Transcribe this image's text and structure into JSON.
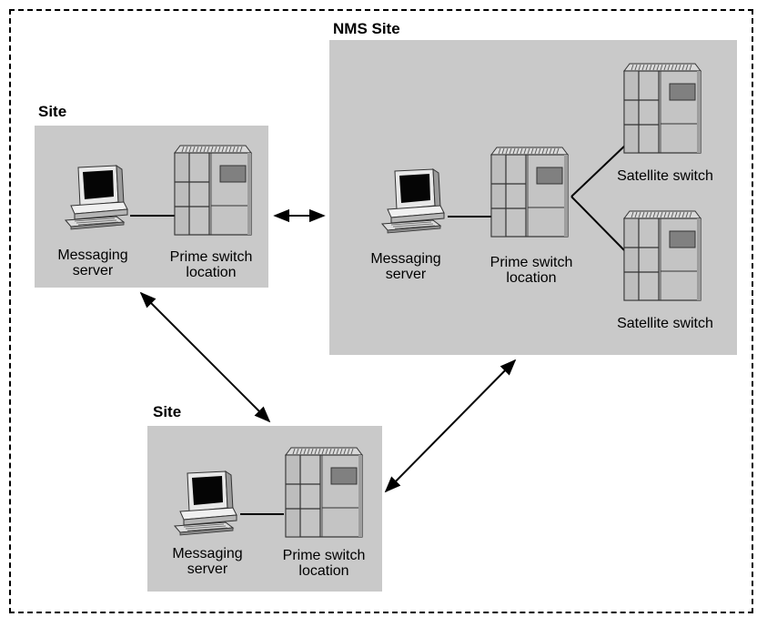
{
  "sites": {
    "top_left": {
      "title": "Site",
      "server_label": [
        "Messaging",
        "server"
      ],
      "switch_label": [
        "Prime switch",
        "location"
      ]
    },
    "nms": {
      "title": "NMS Site",
      "server_label": [
        "Messaging",
        "server"
      ],
      "switch_label": [
        "Prime switch",
        "location"
      ],
      "satellite_top_label": "Satellite switch",
      "satellite_bottom_label": "Satellite switch"
    },
    "bottom": {
      "title": "Site",
      "server_label": [
        "Messaging",
        "server"
      ],
      "switch_label": [
        "Prime switch",
        "location"
      ]
    }
  },
  "colors": {
    "site_fill": "#c9c9c9",
    "switch_fill": "#c4c4c4",
    "line": "#000000"
  },
  "icons": [
    "computer-icon",
    "switch-cabinet-icon"
  ]
}
